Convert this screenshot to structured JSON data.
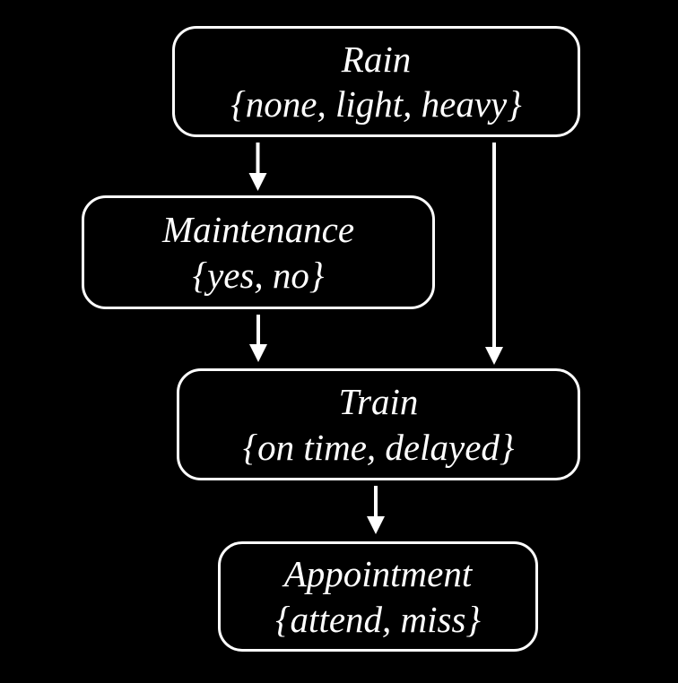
{
  "diagram": {
    "type": "bayesian-network",
    "background_color": "#000000",
    "node_border_color": "#ffffff",
    "text_color": "#ffffff",
    "nodes": [
      {
        "id": "rain",
        "name": "Rain",
        "values": "{none, light, heavy}"
      },
      {
        "id": "maintenance",
        "name": "Maintenance",
        "values": "{yes, no}"
      },
      {
        "id": "train",
        "name": "Train",
        "values": "{on time, delayed}"
      },
      {
        "id": "appointment",
        "name": "Appointment",
        "values": "{attend, miss}"
      }
    ],
    "edges": [
      {
        "from": "Rain",
        "to": "Maintenance"
      },
      {
        "from": "Rain",
        "to": "Train"
      },
      {
        "from": "Maintenance",
        "to": "Train"
      },
      {
        "from": "Train",
        "to": "Appointment"
      }
    ]
  }
}
